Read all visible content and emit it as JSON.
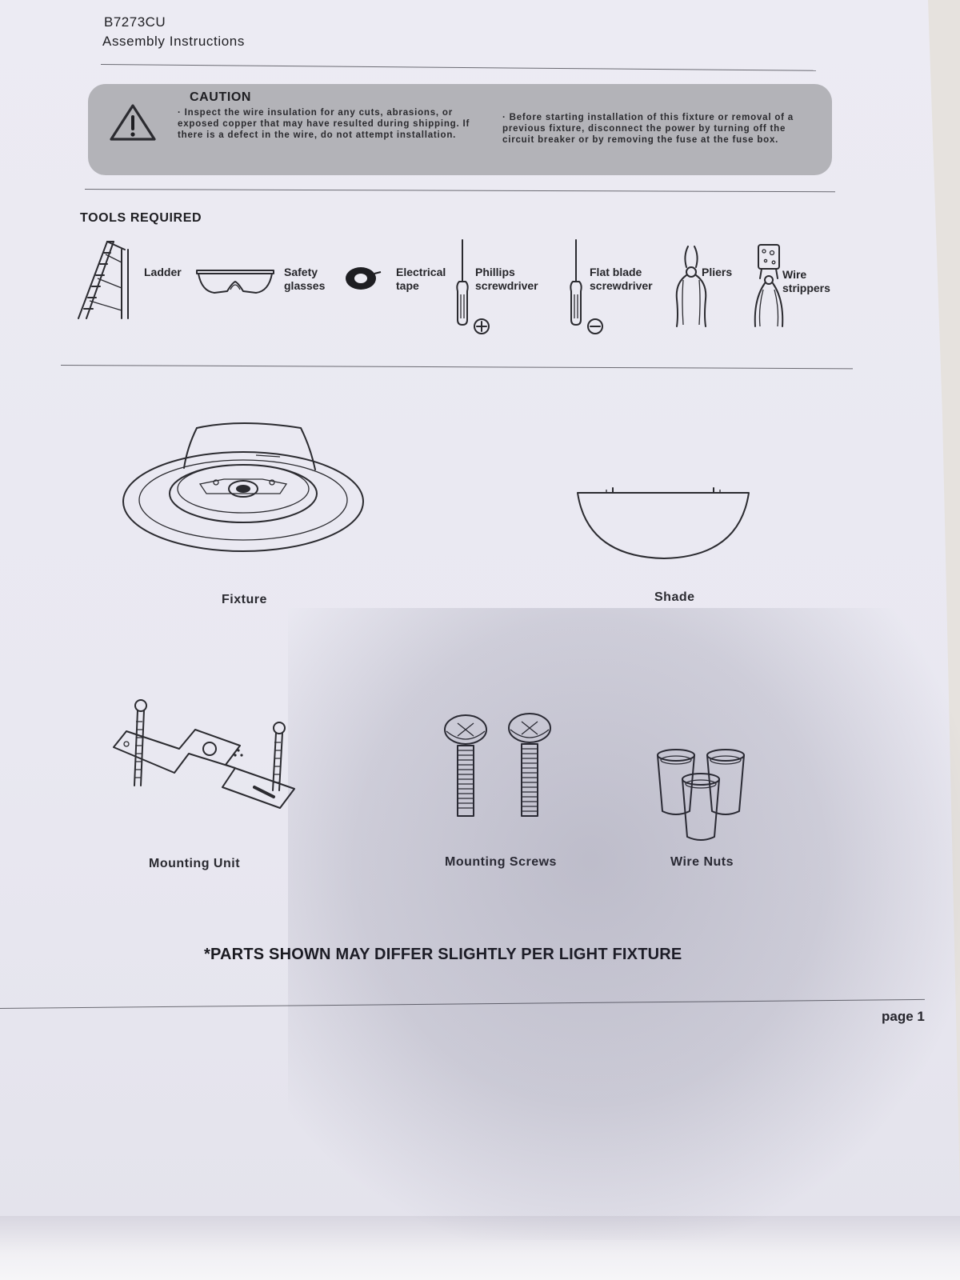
{
  "header": {
    "model_code": "B7273CU",
    "title": "Assembly Instructions"
  },
  "caution": {
    "title": "CAUTION",
    "left_text": "· Inspect the wire insulation for any cuts, abrasions, or exposed copper that may have resulted during shipping. If there is a defect in the wire, do not attempt installation.",
    "right_text": "· Before starting installation of this fixture or removal of a previous fixture, disconnect the power by turning off the circuit breaker or by removing the fuse at the fuse box.",
    "icon": "warning-triangle-icon"
  },
  "tools": {
    "title": "TOOLS REQUIRED",
    "items": [
      {
        "label_line1": "Ladder",
        "label_line2": "",
        "icon": "ladder-icon"
      },
      {
        "label_line1": "Safety",
        "label_line2": "glasses",
        "icon": "safety-glasses-icon"
      },
      {
        "label_line1": "Electrical",
        "label_line2": "tape",
        "icon": "electrical-tape-icon"
      },
      {
        "label_line1": "Phillips",
        "label_line2": "screwdriver",
        "icon": "phillips-screwdriver-icon"
      },
      {
        "label_line1": "Flat blade",
        "label_line2": "screwdriver",
        "icon": "flat-blade-screwdriver-icon"
      },
      {
        "label_line1": "Pliers",
        "label_line2": "",
        "icon": "pliers-icon"
      },
      {
        "label_line1": "Wire",
        "label_line2": "strippers",
        "icon": "wire-strippers-icon"
      }
    ]
  },
  "parts": {
    "fixture": "Fixture",
    "shade": "Shade",
    "mounting_unit": "Mounting Unit",
    "mounting_screws": "Mounting Screws",
    "wire_nuts": "Wire Nuts"
  },
  "note": "*PARTS SHOWN MAY DIFFER SLIGHTLY PER LIGHT FIXTURE",
  "footer": {
    "page": "page 1"
  }
}
